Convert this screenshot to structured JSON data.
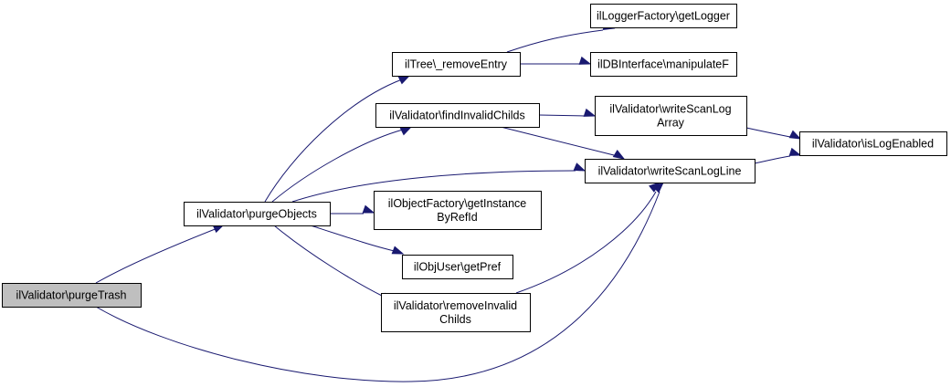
{
  "diagram": {
    "type": "call-graph",
    "colors": {
      "edge": "#191970",
      "root_fill": "#bfbfbf",
      "node_fill": "#ffffff",
      "node_border": "#000000"
    },
    "nodes": [
      {
        "id": "purgeTrash",
        "lines": [
          "ilValidator\\purgeTrash"
        ],
        "root": true
      },
      {
        "id": "purgeObjects",
        "lines": [
          "ilValidator\\purgeObjects"
        ]
      },
      {
        "id": "removeEntry",
        "lines": [
          "ilTree\\_removeEntry"
        ]
      },
      {
        "id": "findInvalidChilds",
        "lines": [
          "ilValidator\\findInvalidChilds"
        ]
      },
      {
        "id": "getInstanceByRefId",
        "lines": [
          "ilObjectFactory\\getInstance",
          "ByRefId"
        ]
      },
      {
        "id": "getPref",
        "lines": [
          "ilObjUser\\getPref"
        ]
      },
      {
        "id": "removeInvalidChilds",
        "lines": [
          "ilValidator\\removeInvalid",
          "Childs"
        ]
      },
      {
        "id": "getLogger",
        "lines": [
          "ilLoggerFactory\\getLogger"
        ]
      },
      {
        "id": "manipulateF",
        "lines": [
          "ilDBInterface\\manipulateF"
        ]
      },
      {
        "id": "writeScanLogArray",
        "lines": [
          "ilValidator\\writeScanLog",
          "Array"
        ]
      },
      {
        "id": "writeScanLogLine",
        "lines": [
          "ilValidator\\writeScanLogLine"
        ]
      },
      {
        "id": "isLogEnabled",
        "lines": [
          "ilValidator\\isLogEnabled"
        ]
      }
    ],
    "edges": [
      {
        "from": "purgeTrash",
        "to": "purgeObjects"
      },
      {
        "from": "purgeTrash",
        "to": "writeScanLogLine"
      },
      {
        "from": "purgeObjects",
        "to": "removeEntry"
      },
      {
        "from": "purgeObjects",
        "to": "findInvalidChilds"
      },
      {
        "from": "purgeObjects",
        "to": "writeScanLogLine"
      },
      {
        "from": "purgeObjects",
        "to": "getInstanceByRefId"
      },
      {
        "from": "purgeObjects",
        "to": "getPref"
      },
      {
        "from": "purgeObjects",
        "to": "removeInvalidChilds"
      },
      {
        "from": "removeEntry",
        "to": "getLogger"
      },
      {
        "from": "removeEntry",
        "to": "manipulateF"
      },
      {
        "from": "findInvalidChilds",
        "to": "writeScanLogArray"
      },
      {
        "from": "findInvalidChilds",
        "to": "writeScanLogLine"
      },
      {
        "from": "removeInvalidChilds",
        "to": "writeScanLogLine"
      },
      {
        "from": "writeScanLogArray",
        "to": "isLogEnabled"
      },
      {
        "from": "writeScanLogLine",
        "to": "isLogEnabled"
      }
    ]
  }
}
